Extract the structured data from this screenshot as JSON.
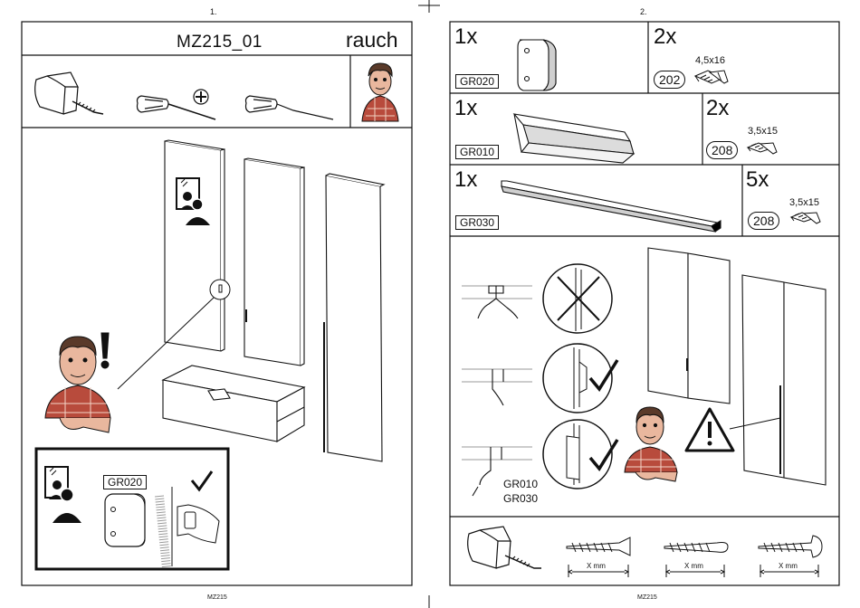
{
  "left_page": {
    "page_number": "1.",
    "title": "MZ215_01",
    "brand": "rauch",
    "callout_code": "GR020",
    "footer": "MZ215"
  },
  "right_page": {
    "page_number": "2.",
    "parts": [
      {
        "qty": "1x",
        "code": "GR020"
      },
      {
        "qty": "1x",
        "code": "GR010"
      },
      {
        "qty": "1x",
        "code": "GR030"
      }
    ],
    "screws": [
      {
        "qty": "2x",
        "number": "202",
        "size": "4,5x16"
      },
      {
        "qty": "2x",
        "number": "208",
        "size": "3,5x15"
      },
      {
        "qty": "5x",
        "number": "208",
        "size": "3,5x15"
      }
    ],
    "variant_labels": [
      "GR010",
      "GR030"
    ],
    "measure_labels": [
      "X mm",
      "X mm",
      "X mm"
    ],
    "footer": "MZ215"
  }
}
